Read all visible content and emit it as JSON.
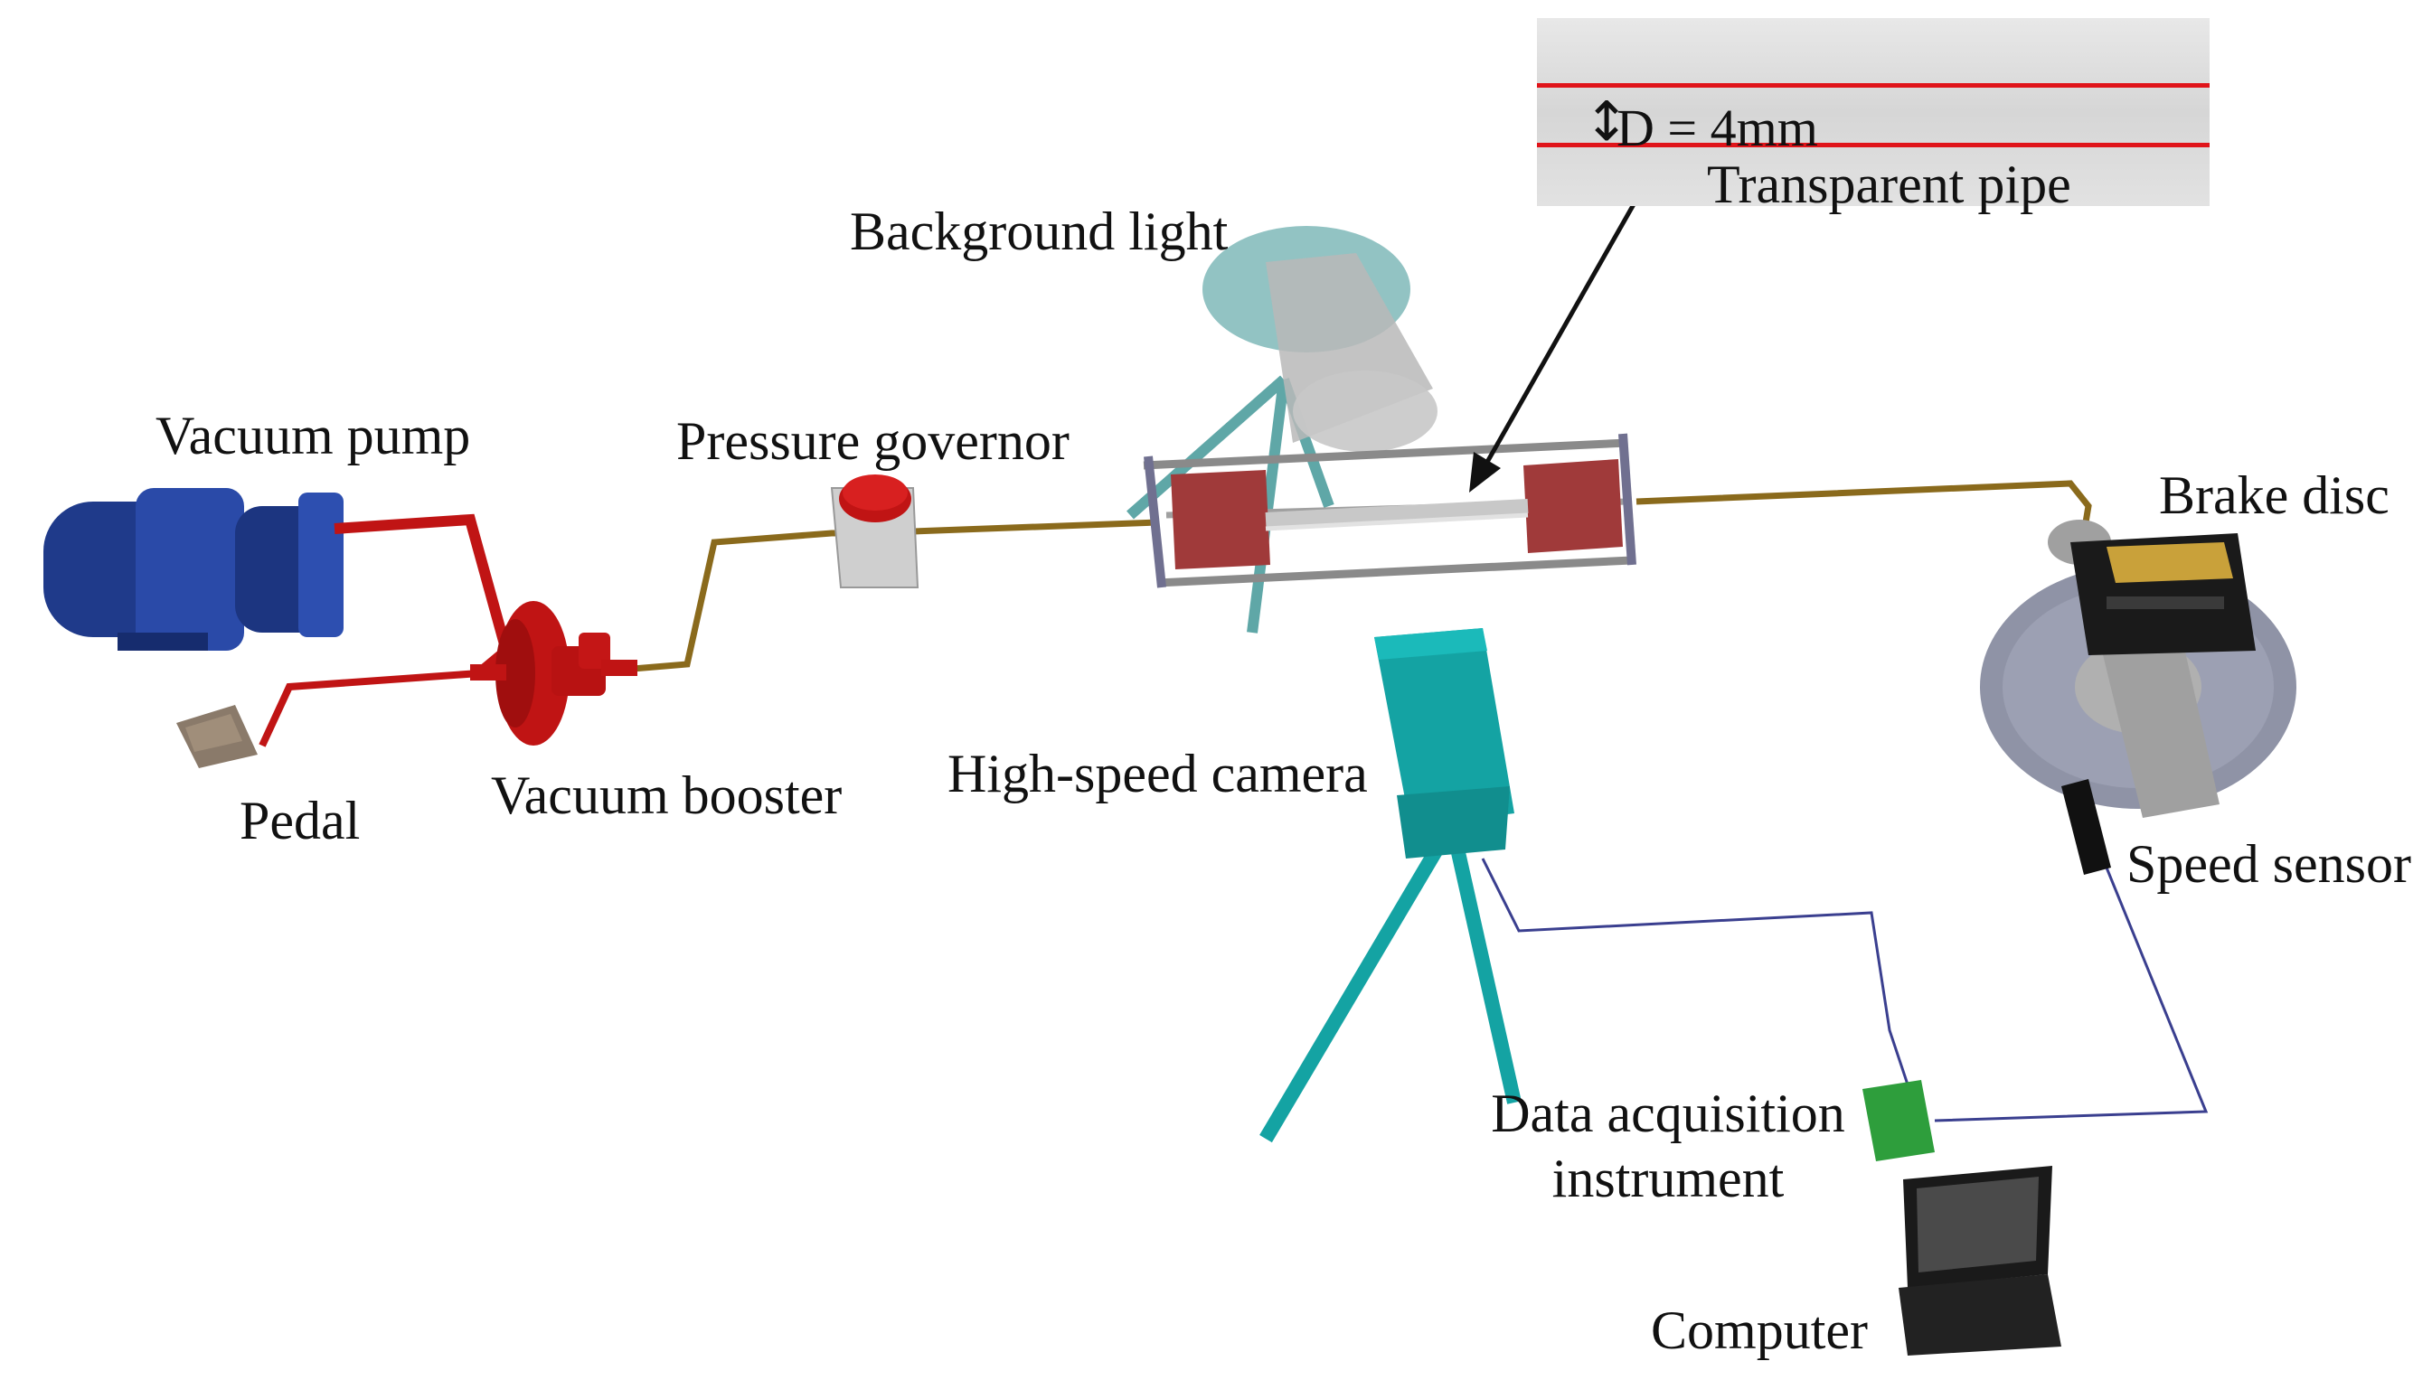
{
  "labels": {
    "vacuum_pump": "Vacuum pump",
    "pressure_governor": "Pressure governor",
    "background_light": "Background light",
    "brake_disc": "Brake disc",
    "pedal": "Pedal",
    "vacuum_booster": "Vacuum booster",
    "high_speed_camera": "High-speed camera",
    "speed_sensor": "Speed sensor",
    "data_acquisition_line1": "Data acquisition",
    "data_acquisition_line2": "instrument",
    "computer": "Computer"
  },
  "inset": {
    "diameter_label": "D = 4mm",
    "pipe_label": "Transparent pipe"
  },
  "colors": {
    "pump_blue": "#1f3a8a",
    "booster_red": "#c01414",
    "pipe_gold": "#8a6a1c",
    "camera_teal": "#14a3a3",
    "light_teal": "#5fa7a7",
    "daq_green": "#2e9e3c",
    "marker_red": "#e0141a",
    "cable_blue": "#3a3f8f"
  }
}
